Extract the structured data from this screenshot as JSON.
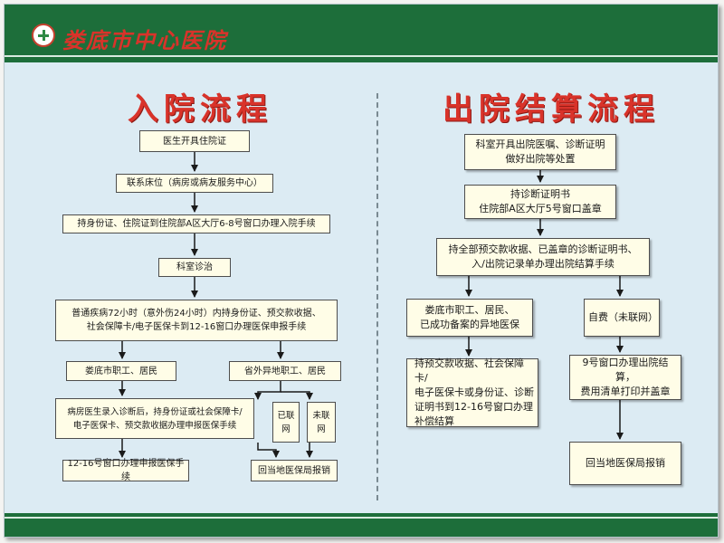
{
  "header": {
    "hospital_name": "娄底市中心医院"
  },
  "admission": {
    "title": "入院流程",
    "steps": {
      "s1": "医生开具住院证",
      "s2": "联系床位（病房或病友服务中心）",
      "s3": "持身份证、住院证到住院部A区大厅6-8号窗口办理入院手续",
      "s4": "科室诊治",
      "s5": "普通疾病72小时（意外伤24小时）内持身份证、预交款收据、\n社会保障卡/电子医保卡到12-16窗口办理医保申报手续",
      "s6a": "娄底市职工、居民",
      "s6b": "省外异地职工、居民",
      "s7a": "病房医生录入诊断后，持身份证或社会保障卡/\n电子医保卡、预交款收据办理申报医保手续",
      "s7b1": "已联网",
      "s7b2": "未联网",
      "s8a": "12-16号窗口办理申报医保手续",
      "s8b": "回当地医保局报销"
    }
  },
  "discharge": {
    "title": "出院结算流程",
    "steps": {
      "d1": "科室开具出院医嘱、诊断证明\n做好出院等处置",
      "d2": "持诊断证明书\n住院部A区大厅5号窗口盖章",
      "d3": "持全部预交款收据、已盖章的诊断证明书、\n入/出院记录单办理出院结算手续",
      "d4a": "娄底市职工、居民、\n已成功备案的异地医保",
      "d4b": "自费（未联网）",
      "d5a": "持预交款收据、社会保障卡/\n电子医保卡或身份证、诊断\n证明书到12-16号窗口办理\n补偿结算",
      "d5b": "9号窗口办理出院结算，\n费用清单打印并盖章",
      "d6b": "回当地医保局报销"
    }
  },
  "colors": {
    "header_green": "#1d6e3a",
    "title_red": "#d9332a",
    "background": "#dcebf3",
    "box_fill": "#fffde7"
  }
}
